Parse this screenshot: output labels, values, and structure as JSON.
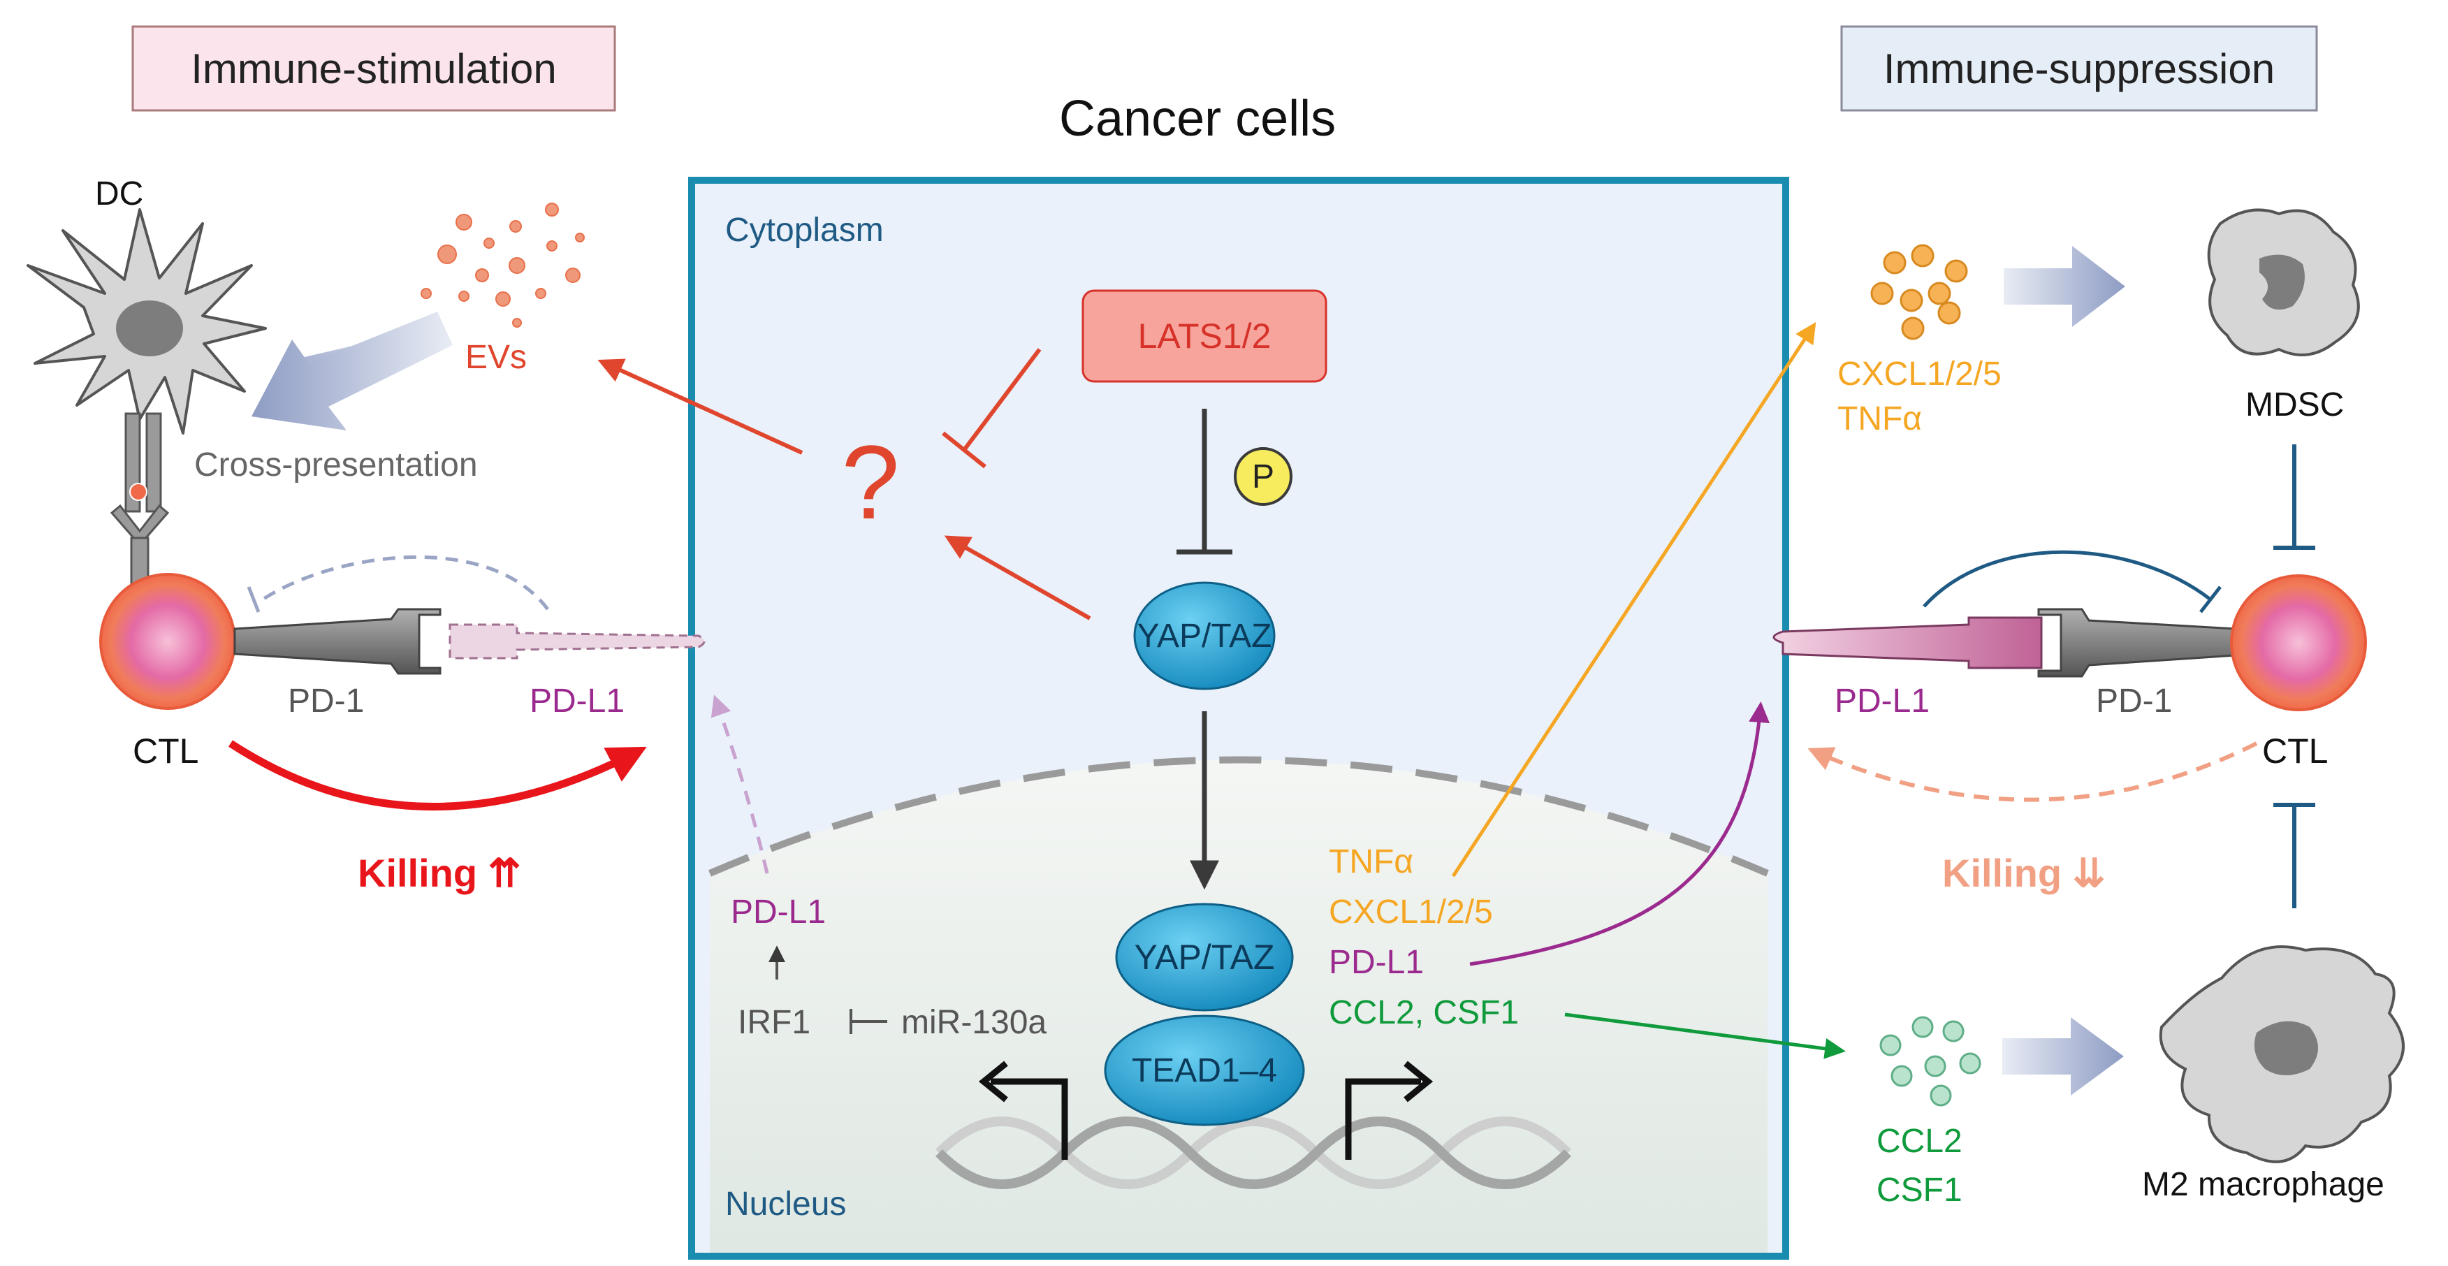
{
  "header": {
    "left_title": "Immune-stimulation",
    "right_title": "Immune-suppression",
    "center_title": "Cancer cells"
  },
  "cell": {
    "cytoplasm": "Cytoplasm",
    "nucleus": "Nucleus",
    "lats": "LATS1/2",
    "phospho": "P",
    "yap_cyto": "YAP/TAZ",
    "yap_nuc": "YAP/TAZ",
    "tead": "TEAD1–4",
    "unknown": "?",
    "nuclear_pdl1": "PD-L1",
    "irf1": "IRF1",
    "mir": "miR-130a",
    "targets": {
      "tnfa": "TNFα",
      "cxcl": "CXCL1/2/5",
      "pdl1": "PD-L1",
      "ccl2_csf1": "CCL2, CSF1"
    }
  },
  "left": {
    "dc": "DC",
    "evs": "EVs",
    "cross": "Cross-presentation",
    "ctl": "CTL",
    "pd1": "PD-1",
    "pdl1": "PD-L1",
    "killing": "Killing ⇈"
  },
  "right": {
    "cxcl": "CXCL1/2/5",
    "tnfa": "TNFα",
    "mdsc": "MDSC",
    "pdl1": "PD-L1",
    "pd1": "PD-1",
    "ctl": "CTL",
    "killing": "Killing ⇊",
    "ccl2": "CCL2",
    "csf1": "CSF1",
    "m2": "M2 macrophage"
  },
  "colors": {
    "frame": "#1a8cb0",
    "cytoplasm_fill": "#eaf1fa",
    "nucleus_fill": "#e8efea",
    "lats_fill": "#f7a59c",
    "lats_text": "#d7322a",
    "yap_fill": "#1e9fd0",
    "red_arrow": "#e0462e",
    "orange": "#f5a623",
    "purple": "#9b2a8e",
    "green": "#0f9a3c",
    "killing_red": "#e8151b",
    "killing_pale": "#f1a084",
    "inhibit_blue": "#1f5a84"
  }
}
